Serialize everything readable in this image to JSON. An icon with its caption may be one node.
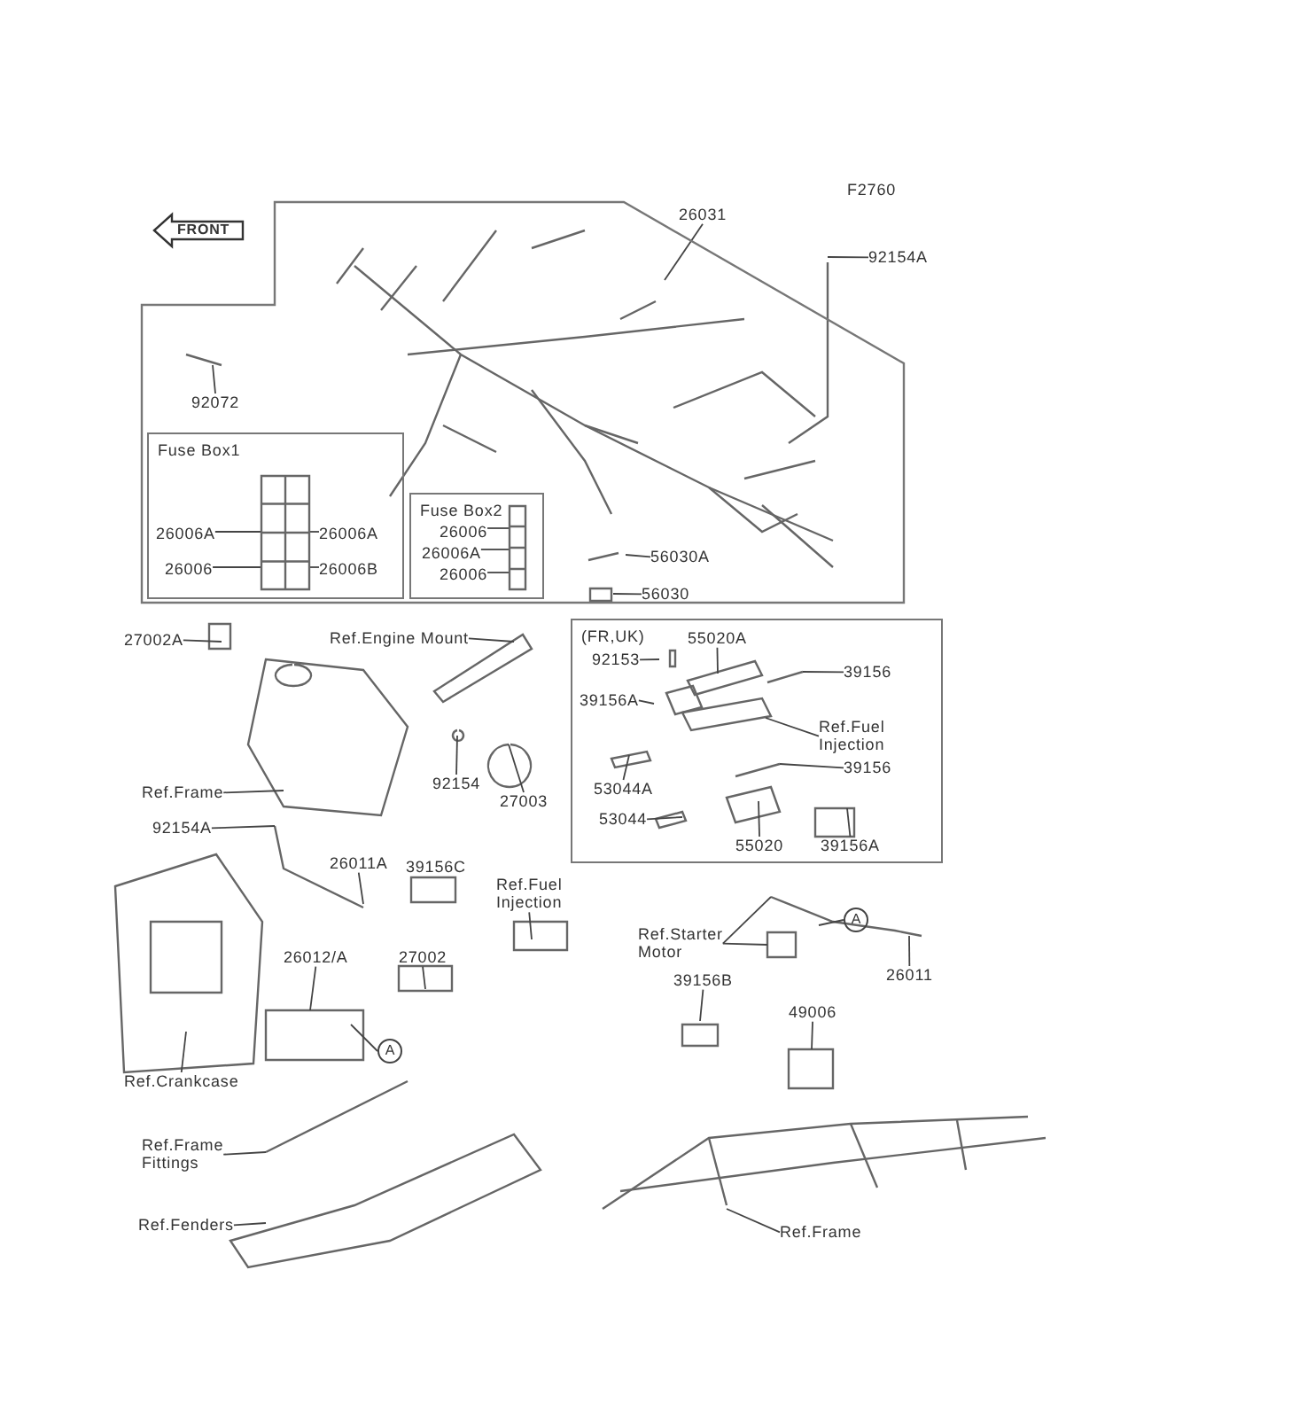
{
  "diagram": {
    "nodes": [
      {
        "text": [
          "FRONT"
        ]
      },
      {
        "text": [],
        "shape": "box"
      },
      {
        "text": [
          "Fuse Box1"
        ],
        "in": 1
      },
      {
        "text": [
          "Fuse Box2"
        ],
        "in": 1
      },
      {
        "text": [
          "(FR,UK)"
        ]
      },
      {
        "text": [
          "26031"
        ]
      },
      {
        "text": [
          "92154A"
        ]
      },
      {
        "text": [
          "92072"
        ],
        "in": 1
      },
      {
        "text": [
          "26006A"
        ],
        "in": 2
      },
      {
        "text": [
          "26006A"
        ],
        "in": 2
      },
      {
        "text": [
          "26006"
        ],
        "in": 2
      },
      {
        "text": [
          "26006B"
        ],
        "in": 2
      },
      {
        "text": [
          "26006"
        ],
        "in": 3
      },
      {
        "text": [
          "26006A"
        ],
        "in": 3
      },
      {
        "text": [
          "26006"
        ],
        "in": 3
      },
      {
        "text": [
          "56030A"
        ],
        "in": 1
      },
      {
        "text": [
          "56030"
        ],
        "in": 1
      },
      {
        "text": [
          "27002A"
        ]
      },
      {
        "text": [
          "Ref.Engine Mount"
        ]
      },
      {
        "text": [
          "92153"
        ],
        "in": 4
      },
      {
        "text": [
          "55020A"
        ],
        "in": 4
      },
      {
        "text": [
          "39156A"
        ],
        "in": 4
      },
      {
        "text": [
          "39156"
        ],
        "in": 4
      },
      {
        "text": [
          "Ref.Fuel Injection"
        ],
        "in": 4
      },
      {
        "text": [
          "39156"
        ],
        "in": 4
      },
      {
        "text": [
          "53044A"
        ],
        "in": 4
      },
      {
        "text": [
          "53044"
        ],
        "in": 4
      },
      {
        "text": [
          "55020"
        ],
        "in": 4
      },
      {
        "text": [
          "39156A"
        ],
        "in": 4
      },
      {
        "text": [
          "Ref.Frame"
        ]
      },
      {
        "text": [
          "92154"
        ]
      },
      {
        "text": [
          "27003"
        ]
      },
      {
        "text": [
          "92154A"
        ]
      },
      {
        "text": [
          "26011A"
        ]
      },
      {
        "text": [
          "Ref.Fuel Injection"
        ]
      },
      {
        "text": [
          "Ref.Starter Motor"
        ]
      },
      {
        "text": [
          "A"
        ]
      },
      {
        "text": [
          "26011"
        ]
      },
      {
        "text": [
          "26012/A"
        ]
      },
      {
        "text": [
          "27002"
        ]
      },
      {
        "text": [
          "39156B"
        ]
      },
      {
        "text": [
          "49006"
        ]
      },
      {
        "text": [
          "A"
        ]
      },
      {
        "text": [
          "Ref.Crankcase"
        ]
      },
      {
        "text": [
          "Ref.Frame Fittings"
        ]
      },
      {
        "text": [
          "Ref.Fenders"
        ]
      },
      {
        "text": [
          "Ref.Frame"
        ]
      },
      {
        "text": [],
        "shape": "box",
        "in": 2
      },
      {
        "text": [],
        "shape": "box",
        "in": 3
      }
    ],
    "edges": [
      {
        "from": 5,
        "to": null,
        "arrow": "none"
      },
      {
        "from": 6,
        "to": null,
        "arrow": "none"
      },
      {
        "from": 7,
        "to": null,
        "arrow": "none"
      },
      {
        "from": 8,
        "to": 47,
        "arrow": "none"
      },
      {
        "from": 9,
        "to": 47,
        "arrow": "none"
      },
      {
        "from": 10,
        "to": 47,
        "arrow": "none"
      },
      {
        "from": 11,
        "to": 47,
        "arrow": "none"
      },
      {
        "from": 12,
        "to": 48,
        "arrow": "none"
      },
      {
        "from": 13,
        "to": 48,
        "arrow": "none"
      },
      {
        "from": 14,
        "to": 48,
        "arrow": "none"
      },
      {
        "from": 15,
        "to": null,
        "arrow": "none"
      },
      {
        "from": 16,
        "to": null,
        "arrow": "none"
      },
      {
        "from": 17,
        "to": null,
        "arrow": "none"
      },
      {
        "from": 18,
        "to": null,
        "arrow": "none"
      },
      {
        "from": 19,
        "to": null,
        "arrow": "none"
      },
      {
        "from": 20,
        "to": null,
        "arrow": "none"
      },
      {
        "from": 21,
        "to": null,
        "arrow": "none"
      },
      {
        "from": 22,
        "to": null,
        "arrow": "none"
      },
      {
        "from": 23,
        "to": null,
        "arrow": "none"
      },
      {
        "from": 24,
        "to": null,
        "arrow": "none"
      },
      {
        "from": 25,
        "to": null,
        "arrow": "none"
      },
      {
        "from": 26,
        "to": null,
        "arrow": "none"
      },
      {
        "from": 27,
        "to": null,
        "arrow": "none"
      },
      {
        "from": 28,
        "to": null,
        "arrow": "none"
      },
      {
        "from": 29,
        "to": null,
        "arrow": "none"
      },
      {
        "from": 30,
        "to": null,
        "arrow": "none"
      },
      {
        "from": 31,
        "to": null,
        "arrow": "none"
      },
      {
        "from": 32,
        "to": null,
        "arrow": "none"
      },
      {
        "from": 33,
        "to": null,
        "arrow": "none"
      },
      {
        "from": 34,
        "to": null,
        "arrow": "none"
      },
      {
        "from": 35,
        "to": null,
        "arrow": "none"
      },
      {
        "from": 35,
        "to": null,
        "arrow": "none"
      },
      {
        "from": 36,
        "to": null,
        "arrow": "none"
      },
      {
        "from": 37,
        "to": null,
        "arrow": "none"
      },
      {
        "from": 38,
        "to": null,
        "arrow": "none"
      },
      {
        "from": 39,
        "to": null,
        "arrow": "none"
      },
      {
        "from": 40,
        "to": null,
        "arrow": "none"
      },
      {
        "from": 41,
        "to": null,
        "arrow": "none"
      },
      {
        "from": 42,
        "to": null,
        "arrow": "none"
      },
      {
        "from": 43,
        "to": null,
        "arrow": "none"
      },
      {
        "from": 44,
        "to": null,
        "arrow": "none"
      },
      {
        "from": 45,
        "to": null,
        "arrow": "none"
      },
      {
        "from": 46,
        "to": null,
        "arrow": "none"
      }
    ],
    "labels": [
      "F2760",
      "39156C"
    ]
  }
}
